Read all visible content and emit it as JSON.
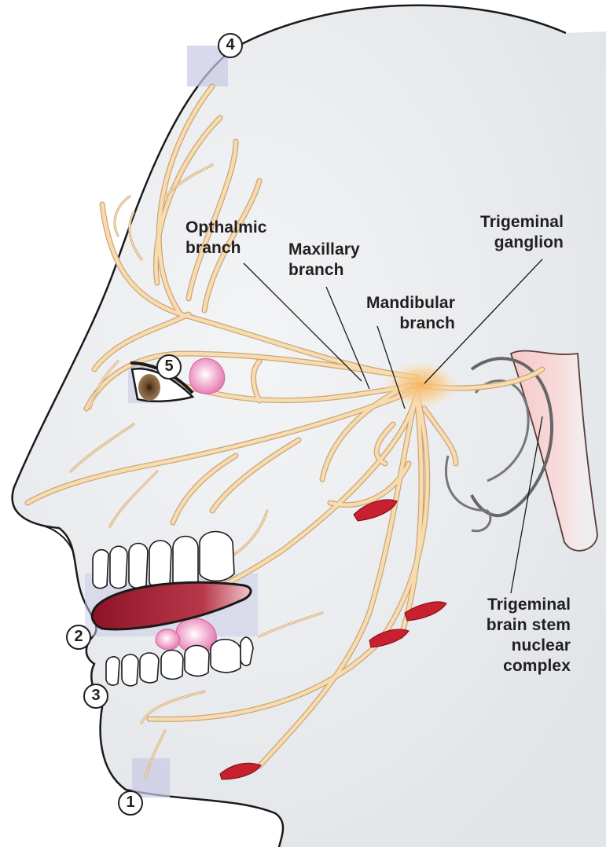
{
  "labels": {
    "ophthalmic": "Opthalmic\nbranch",
    "maxillary": "Maxillary\nbranch",
    "mandibular": "Mandibular\nbranch",
    "ganglion": "Trigeminal\nganglion",
    "brainstem": "Trigeminal\nbrain stem\nnuclear\ncomplex"
  },
  "markers": [
    "1",
    "2",
    "3",
    "4",
    "5"
  ],
  "colors": {
    "nerve_fill": "#f8dcb0",
    "nerve_stroke": "#c9a577",
    "ganglion_glow": "#fbc57a",
    "skin": "#eef0f2",
    "outline": "#1a1a1a",
    "muscle": "#c8202e",
    "gland": "#f2a4c8",
    "tongue": "#9b1c2c",
    "shaded_region": "#c9c9e6",
    "brainstem": "#f2c4c4"
  }
}
